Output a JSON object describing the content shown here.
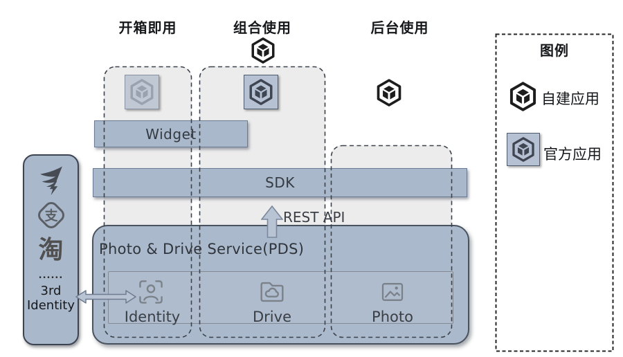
{
  "headers": [
    {
      "label": "开箱即用"
    },
    {
      "label": "组合使用"
    },
    {
      "label": "后台使用"
    }
  ],
  "bars": {
    "widget": "Widget",
    "sdk": "SDK"
  },
  "rest_api_label": "REST API",
  "pds": {
    "title": "Photo & Drive Service(PDS)",
    "modules": [
      {
        "label": "Identity",
        "icon": "identity-icon"
      },
      {
        "label": "Drive",
        "icon": "drive-icon"
      },
      {
        "label": "Photo",
        "icon": "photo-icon"
      }
    ]
  },
  "sidebar": {
    "icons": [
      "dingtalk-icon",
      "alipay-icon",
      "taobao-icon"
    ],
    "alipay_char": "支",
    "taobao_char": "淘",
    "dots": "......",
    "label_line1": "3rd",
    "label_line2": "Identity"
  },
  "legend": {
    "title": "图例",
    "items": [
      {
        "label": "自建应用",
        "icon": "self-built-app-icon"
      },
      {
        "label": "官方应用",
        "icon": "official-app-icon"
      }
    ]
  },
  "colors": {
    "bar_fill": "#aab8cb",
    "bar_border": "#6b7a93",
    "panel_fill": "#abb9cc",
    "panel_border": "#49535f",
    "column_fill": "#ececec",
    "dash_color": "#3a414b",
    "self_built_cube": "#1d1d1d",
    "official_square_bg": "#b6c2d4",
    "official_cube": "#3f4652",
    "faded_cube": "#99a2ae",
    "icon_stroke": "#7b8189",
    "text_dark": "#15171a"
  }
}
